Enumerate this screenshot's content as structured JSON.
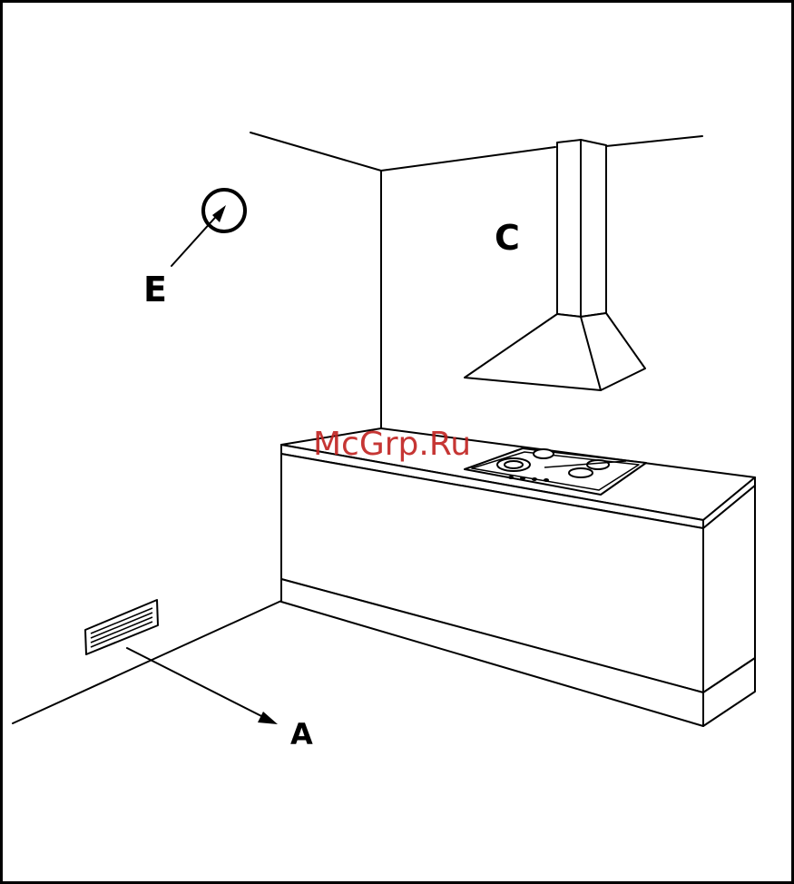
{
  "labels": {
    "a": "A",
    "c": "C",
    "e": "E"
  },
  "watermark": "McGrp.Ru",
  "colors": {
    "line": "#000000",
    "background": "#ffffff",
    "watermark": "#c0201e"
  }
}
